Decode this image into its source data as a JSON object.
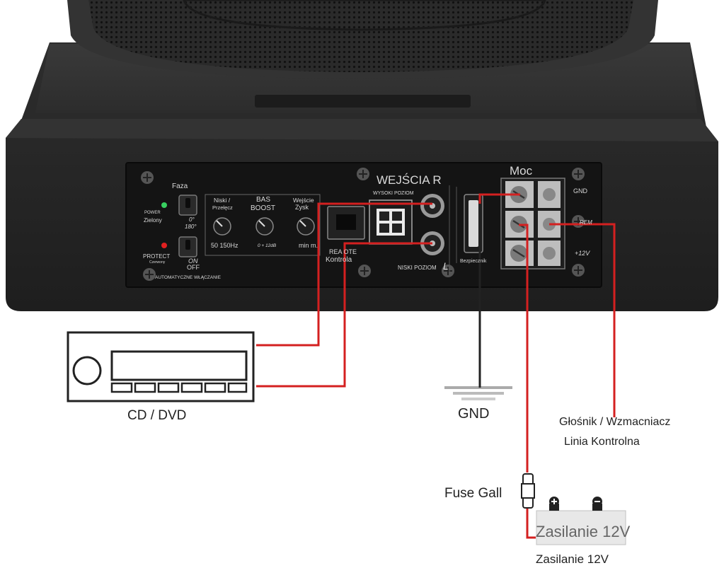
{
  "panel": {
    "faza": "Faza",
    "power": "POWER",
    "zielony": "Zielony",
    "protect": "PROTECT",
    "czerwony": "Czerwony",
    "phase_0": "0°",
    "phase_180": "180°",
    "on": "ON",
    "off": "OFF",
    "auto_on": "AUTOMATYCZNE WŁĄCZANIE",
    "niski_przelacz_1": "Niski /",
    "niski_przelacz_2": "Przełęcz",
    "bas_boost_1": "BAS",
    "bas_boost_2": "BOOST",
    "wejscie_zysk_1": "Wejście",
    "wejscie_zysk_2": "Zysk",
    "freq_range": "50 150Hz",
    "boost_range": "0  + 12dB",
    "gain_range": "min m.",
    "wejscia": "WEJŚCIA R",
    "wysoki_poziom": "WYSOKI POZIOM",
    "niski_poziom": "NISKI POZIOM",
    "l": "L",
    "remote_1": "REA OTE",
    "remote_2": "Kontrola",
    "bezpiecznik": "Bezpiecznik",
    "moc": "Moc",
    "gnd_term": "GND",
    "rem_term": "REM",
    "plus12_term": "+12V"
  },
  "labels": {
    "cd_dvd": "CD / DVD",
    "gnd": "GND",
    "glosnik": "Głośnik / Wzmacniacz",
    "linia": "Linia Kontrolna",
    "fuse": "Fuse Gall",
    "zasilanie_battery": "Zasilanie 12V",
    "zasilanie": "Zasilanie 12V"
  },
  "colors": {
    "wire": "#d42020",
    "enclosure": "#2a2a2a",
    "panel": "#141414"
  }
}
